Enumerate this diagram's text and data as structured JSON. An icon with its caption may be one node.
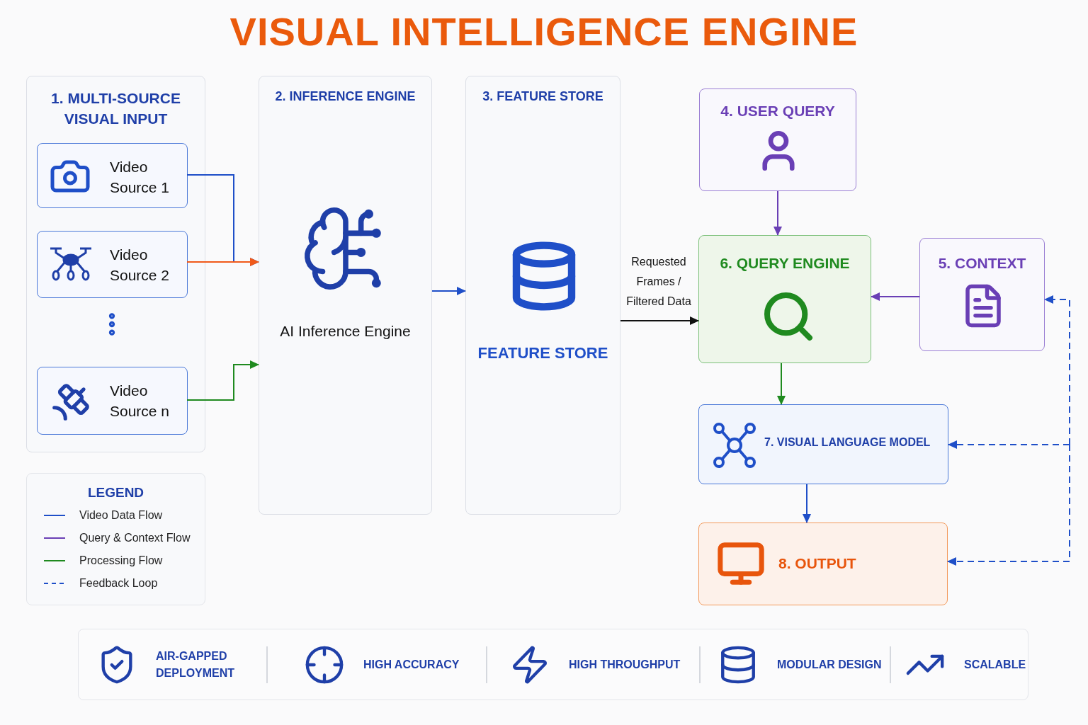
{
  "diagram": {
    "title": "VISUAL INTELLIGENCE ENGINE",
    "nodes": [
      {
        "text": [
          "1. MULTI-SOURCE VISUAL INPUT"
        ]
      },
      {
        "text": [
          "Video Source 1"
        ],
        "in": 0
      },
      {
        "text": [
          "Video Source 2"
        ],
        "in": 0
      },
      {
        "text": [
          "Video Source n"
        ],
        "in": 0
      },
      {
        "text": [
          "2. INFERENCE ENGINE",
          "AI Inference Engine"
        ]
      },
      {
        "text": [
          "3. FEATURE STORE",
          "FEATURE STORE"
        ]
      },
      {
        "text": [
          "4. USER QUERY"
        ]
      },
      {
        "text": [
          "6. QUERY ENGINE"
        ]
      },
      {
        "text": [
          "5. CONTEXT"
        ]
      },
      {
        "text": [
          "7. VISUAL LANGUAGE MODEL"
        ]
      },
      {
        "text": [
          "8. OUTPUT"
        ]
      }
    ],
    "edges": [
      {
        "from": 1,
        "to": 4,
        "arrow": "to"
      },
      {
        "from": 2,
        "to": 4,
        "arrow": "to",
        "color": "#f05a1a"
      },
      {
        "from": 3,
        "to": 4,
        "arrow": "to",
        "color": "#1f8a1f"
      },
      {
        "from": 4,
        "to": 5,
        "arrow": "to"
      },
      {
        "from": 5,
        "to": 7,
        "arrow": "to",
        "label": "Requested Frames / Filtered Data",
        "color": "#111111"
      },
      {
        "from": 6,
        "to": 7,
        "arrow": "to",
        "color": "#6a3fb5"
      },
      {
        "from": 8,
        "to": 7,
        "arrow": "to",
        "color": "#6a3fb5"
      },
      {
        "from": 7,
        "to": 9,
        "arrow": "to",
        "color": "#1f8a1f"
      },
      {
        "from": 9,
        "to": 10,
        "arrow": "to"
      },
      {
        "from": null,
        "to": 8,
        "arrow": "to",
        "style": "dashed"
      },
      {
        "from": null,
        "to": 9,
        "arrow": "to",
        "style": "dashed"
      },
      {
        "from": null,
        "to": 10,
        "arrow": "to",
        "style": "dashed"
      }
    ],
    "labels": [
      "LEGEND",
      "AIR-GAPPED DEPLOYMENT",
      "HIGH ACCURACY",
      "HIGH THROUGHPUT",
      "MODULAR DESIGN",
      "SCALABLE"
    ],
    "legend": [
      {
        "text": "Video Data Flow",
        "color": "#1f4fc8"
      },
      {
        "text": "Query & Context Flow",
        "color": "#6a3fb5"
      },
      {
        "text": "Processing Flow",
        "color": "#1f8a1f"
      },
      {
        "text": "Feedback Loop",
        "color": "#1f4fc8"
      }
    ]
  }
}
